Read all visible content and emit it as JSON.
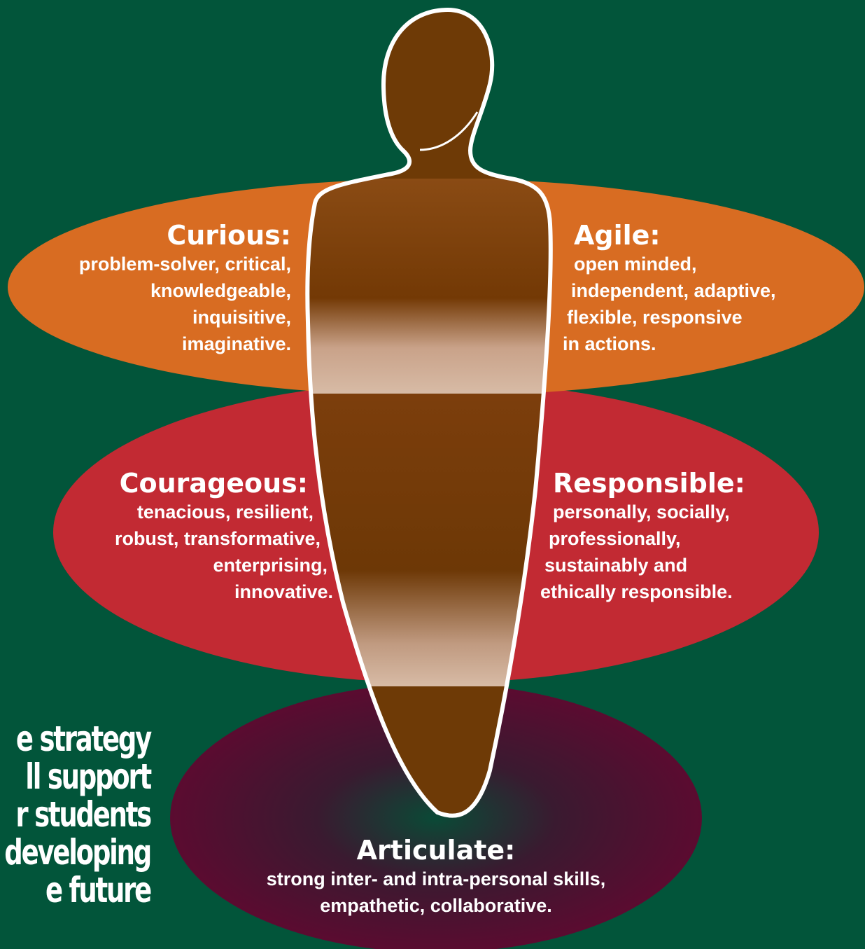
{
  "colors": {
    "background": "#02553a",
    "curious_ring": "#d86c22",
    "courageous_ring": "#c22a33",
    "articulate_ring": "#5b0b30",
    "figure": "#6e3a06",
    "figure_outline": "#ffffff"
  },
  "traits": {
    "curious": {
      "title": "Curious:",
      "lines": [
        "problem-solver, critical,",
        "knowledgeable,",
        "inquisitive,",
        "imaginative."
      ]
    },
    "agile": {
      "title": "Agile:",
      "lines": [
        "open minded,",
        "independent, adaptive,",
        "flexible, responsive",
        "in actions."
      ]
    },
    "courageous": {
      "title": "Courageous:",
      "lines": [
        "tenacious, resilient,",
        "robust, transformative,",
        "enterprising,",
        "innovative."
      ]
    },
    "responsible": {
      "title": "Responsible:",
      "lines": [
        "personally, socially,",
        "professionally,",
        "sustainably and",
        "ethically responsible."
      ]
    },
    "articulate": {
      "title": "Articulate:",
      "lines": [
        "strong inter- and intra-personal skills,",
        "empathetic, collaborative."
      ]
    }
  },
  "side_text": {
    "lines": [
      "e strategy",
      "ll support",
      "r students",
      "developing",
      "e future"
    ]
  }
}
